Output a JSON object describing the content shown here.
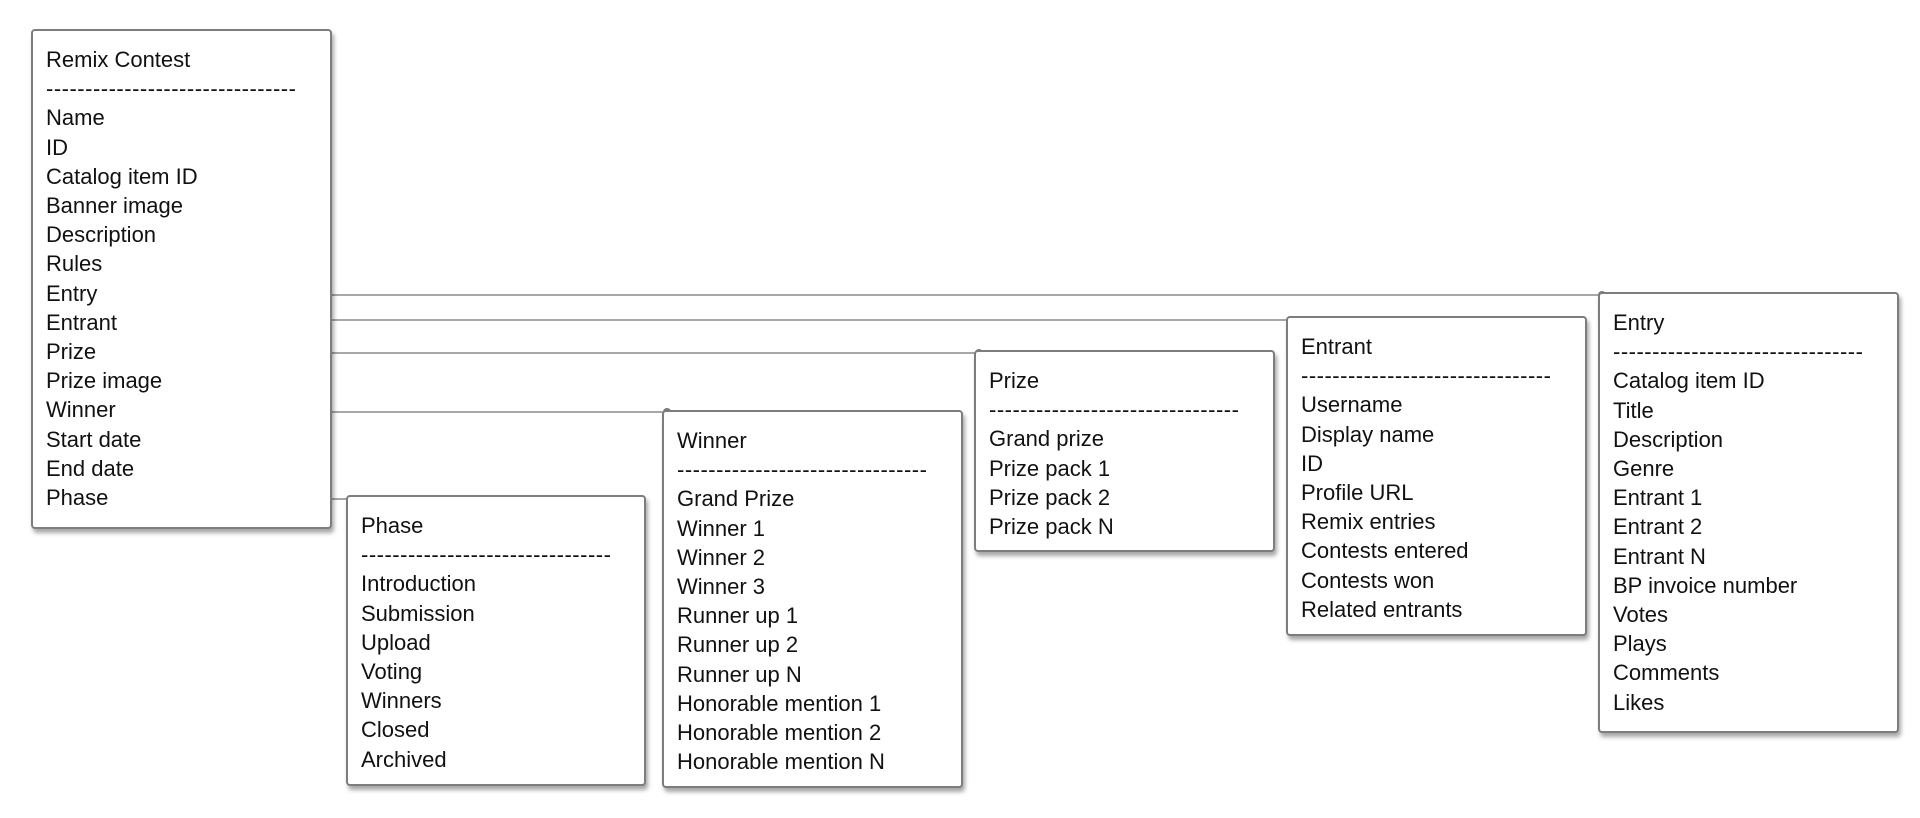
{
  "entities": {
    "remix_contest": {
      "title": "Remix Contest",
      "divider": "--------------------------------",
      "fields": [
        "Name",
        "ID",
        "Catalog item ID",
        "Banner image",
        "Description",
        "Rules",
        "Entry",
        "Entrant",
        "Prize",
        "Prize image",
        "Winner",
        "Start date",
        "End date",
        "Phase"
      ]
    },
    "phase": {
      "title": "Phase",
      "divider": "--------------------------------",
      "fields": [
        "Introduction",
        "Submission",
        "Upload",
        "Voting",
        "Winners",
        "Closed",
        "Archived"
      ]
    },
    "winner": {
      "title": "Winner",
      "divider": "--------------------------------",
      "fields": [
        "Grand Prize",
        "Winner 1",
        "Winner 2",
        "Winner 3",
        "Runner up 1",
        "Runner up 2",
        "Runner up N",
        "Honorable mention 1",
        "Honorable mention 2",
        "Honorable mention N"
      ]
    },
    "prize": {
      "title": "Prize",
      "divider": "--------------------------------",
      "fields": [
        "Grand prize",
        "Prize pack 1",
        "Prize pack 2",
        "Prize pack N"
      ]
    },
    "entrant": {
      "title": "Entrant",
      "divider": "--------------------------------",
      "fields": [
        "Username",
        "Display name",
        "ID",
        "Profile URL",
        "Remix entries",
        "Contests entered",
        "Contests won",
        "Related entrants"
      ]
    },
    "entry": {
      "title": "Entry",
      "divider": "--------------------------------",
      "fields": [
        "Catalog item ID",
        "Title",
        "Description",
        "Genre",
        "Entrant 1",
        "Entrant 2",
        "Entrant N",
        "BP invoice number",
        "Votes",
        "Plays",
        "Comments",
        "Likes"
      ]
    }
  },
  "colors": {
    "connector": "#8a8a8a",
    "border": "#7d7d7d"
  }
}
